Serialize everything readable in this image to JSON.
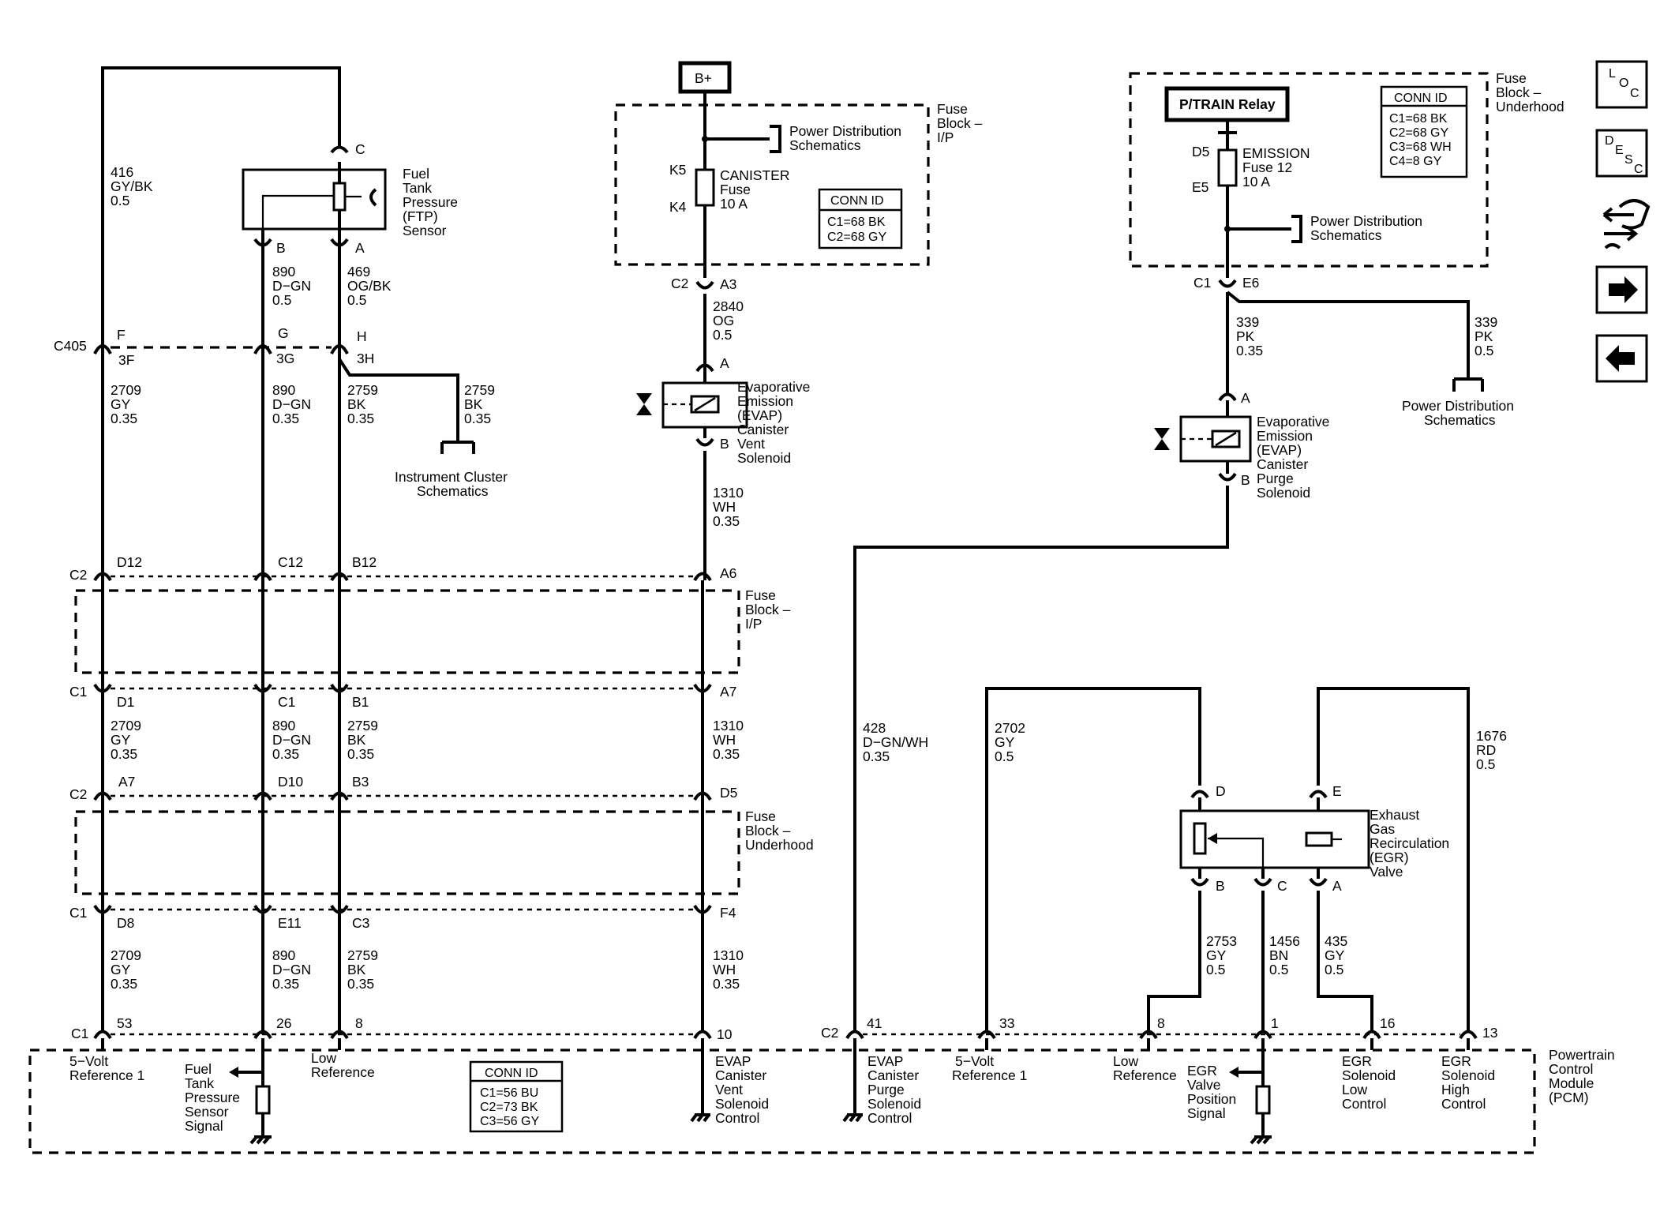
{
  "nav": {
    "loc": [
      "L",
      "O",
      "C"
    ],
    "desc": [
      "D",
      "E",
      "S",
      "C"
    ]
  },
  "wires": {
    "w416": [
      "416",
      "GY/BK",
      "0.5"
    ],
    "w890a": [
      "890",
      "D−GN",
      "0.5"
    ],
    "w469": [
      "469",
      "OG/BK",
      "0.5"
    ],
    "w2709a": [
      "2709",
      "GY",
      "0.35"
    ],
    "w890b": [
      "890",
      "D−GN",
      "0.35"
    ],
    "w2759a": [
      "2759",
      "BK",
      "0.35"
    ],
    "w2759b": [
      "2759",
      "BK",
      "0.35"
    ],
    "w2709b": [
      "2709",
      "GY",
      "0.35"
    ],
    "w890c": [
      "890",
      "D−GN",
      "0.35"
    ],
    "w2759c": [
      "2759",
      "BK",
      "0.35"
    ],
    "w2709c": [
      "2709",
      "GY",
      "0.35"
    ],
    "w890d": [
      "890",
      "D−GN",
      "0.35"
    ],
    "w2759d": [
      "2759",
      "BK",
      "0.35"
    ],
    "w2840": [
      "2840",
      "OG",
      "0.5"
    ],
    "w1310a": [
      "1310",
      "WH",
      "0.35"
    ],
    "w1310b": [
      "1310",
      "WH",
      "0.35"
    ],
    "w1310c": [
      "1310",
      "WH",
      "0.35"
    ],
    "w339a": [
      "339",
      "PK",
      "0.35"
    ],
    "w339b": [
      "339",
      "PK",
      "0.5"
    ],
    "w428": [
      "428",
      "D−GN/WH",
      "0.35"
    ],
    "w2702": [
      "2702",
      "GY",
      "0.5"
    ],
    "w1676": [
      "1676",
      "RD",
      "0.5"
    ],
    "w2753": [
      "2753",
      "GY",
      "0.5"
    ],
    "w1456": [
      "1456",
      "BN",
      "0.5"
    ],
    "w435": [
      "435",
      "GY",
      "0.5"
    ]
  },
  "components": {
    "ftp": [
      "Fuel",
      "Tank",
      "Pressure",
      "(FTP)",
      "Sensor"
    ],
    "bplus": "B+",
    "fb_ip_top": [
      "Fuse",
      "Block –",
      "I/P"
    ],
    "pd1": [
      "Power Distribution",
      "Schematics"
    ],
    "canister_fuse": [
      "CANISTER",
      "Fuse",
      "10 A"
    ],
    "conn_ip_top": {
      "title": "CONN ID",
      "rows": [
        "C1=68 BK",
        "C2=68 GY"
      ]
    },
    "evap_vent": [
      "Evaporative",
      "Emission",
      "(EVAP)",
      "Canister",
      "Vent",
      "Solenoid"
    ],
    "ic_sch": [
      "Instrument Cluster",
      "Schematics"
    ],
    "ptrain_relay": "P/TRAIN Relay",
    "fb_uh_top": [
      "Fuse",
      "Block –",
      "Underhood"
    ],
    "conn_uh_top": {
      "title": "CONN ID",
      "rows": [
        "C1=68 BK",
        "C2=68 GY",
        "C3=68 WH",
        "C4=8 GY"
      ]
    },
    "emission_fuse": [
      "EMISSION",
      "Fuse 12",
      "10 A"
    ],
    "pd2": [
      "Power Distribution",
      "Schematics"
    ],
    "pd3": [
      "Power Distribution",
      "Schematics"
    ],
    "evap_purge": [
      "Evaporative",
      "Emission",
      "(EVAP)",
      "Canister",
      "Purge",
      "Solenoid"
    ],
    "fb_ip_mid": [
      "Fuse",
      "Block –",
      "I/P"
    ],
    "fb_uh_mid": [
      "Fuse",
      "Block –",
      "Underhood"
    ],
    "egr": [
      "Exhaust",
      "Gas",
      "Recirculation",
      "(EGR)",
      "Valve"
    ],
    "pcm": [
      "Powertrain",
      "Control",
      "Module",
      "(PCM)"
    ],
    "conn_pcm": {
      "title": "CONN ID",
      "rows": [
        "C1=56 BU",
        "C2=73 BK",
        "C3=56 GY"
      ]
    }
  },
  "pins": {
    "C": "C",
    "B": "B",
    "A": "A",
    "D": "D",
    "E": "E",
    "K5": "K5",
    "K4": "K4",
    "D5": "D5",
    "E5": "E5",
    "C405": "C405",
    "F": "F",
    "G": "G",
    "H": "H",
    "3F": "3F",
    "3G": "3G",
    "3H": "3H",
    "C2": "C2",
    "A3": "A3",
    "C1": "C1",
    "E6": "E6",
    "D12": "D12",
    "C12": "C12",
    "B12": "B12",
    "A6": "A6",
    "D1": "D1",
    "C1b": "C1",
    "B1": "B1",
    "A7": "A7",
    "A7b": "A7",
    "D10": "D10",
    "B3": "B3",
    "D5b": "D5",
    "D8": "D8",
    "E11": "E11",
    "C3": "C3",
    "F4": "F4",
    "p53": "53",
    "p26": "26",
    "p8": "8",
    "p10": "10",
    "p41": "41",
    "p33": "33",
    "p8b": "8",
    "p1": "1",
    "p16": "16",
    "p13": "13"
  },
  "pcm_labels": {
    "ref5v_1": [
      "5−Volt",
      "Reference 1"
    ],
    "ftp_signal": [
      "Fuel",
      "Tank",
      "Pressure",
      "Sensor",
      "Signal"
    ],
    "low_ref_1": [
      "Low",
      "Reference"
    ],
    "evap_vent_ctl": [
      "EVAP",
      "Canister",
      "Vent",
      "Solenoid",
      "Control"
    ],
    "evap_purge_ctl": [
      "EVAP",
      "Canister",
      "Purge",
      "Solenoid",
      "Control"
    ],
    "ref5v_2": [
      "5−Volt",
      "Reference 1"
    ],
    "low_ref_2": [
      "Low",
      "Reference"
    ],
    "egr_pos": [
      "EGR",
      "Valve",
      "Position",
      "Signal"
    ],
    "egr_low": [
      "EGR",
      "Solenoid",
      "Low",
      "Control"
    ],
    "egr_high": [
      "EGR",
      "Solenoid",
      "High",
      "Control"
    ]
  }
}
